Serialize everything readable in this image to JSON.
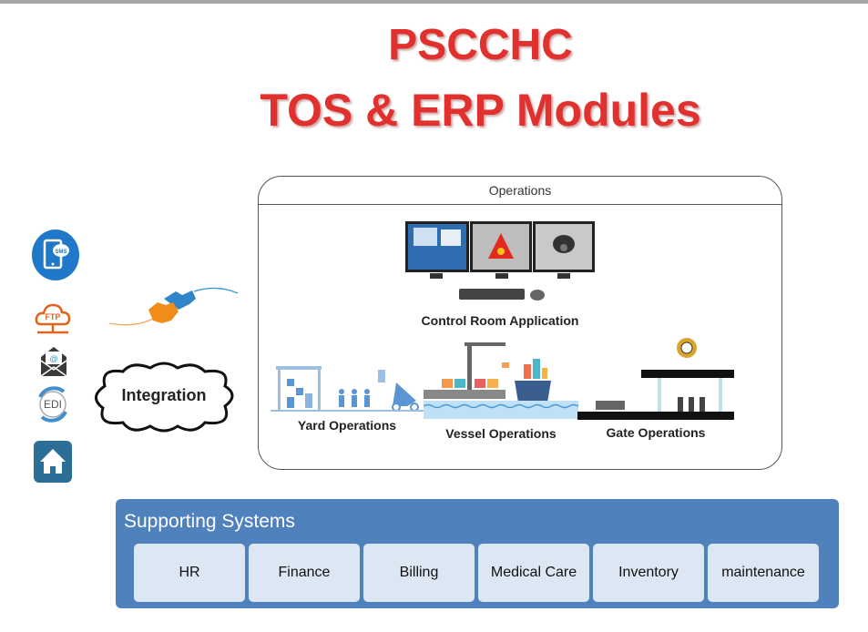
{
  "title": {
    "line1": "PSCCHC",
    "line2": "TOS & ERP Modules"
  },
  "operations": {
    "header": "Operations",
    "control_room": "Control Room Application",
    "yard": "Yard Operations",
    "vessel": "Vessel Operations",
    "gate": "Gate Operations"
  },
  "integration": {
    "label": "Integration",
    "icons": [
      "sms-icon",
      "ftp-icon",
      "email-icon",
      "edi-icon",
      "home-icon"
    ],
    "sms_text": "SMS",
    "ftp_text": "FTP",
    "edi_text": "EDI"
  },
  "supporting": {
    "title": "Supporting Systems",
    "modules": [
      "HR",
      "Finance",
      "Billing",
      "Medical Care",
      "Inventory",
      "maintenance"
    ]
  },
  "colors": {
    "title": "#e0312f",
    "panel": "#4f81bd",
    "module": "#dde6f3"
  }
}
